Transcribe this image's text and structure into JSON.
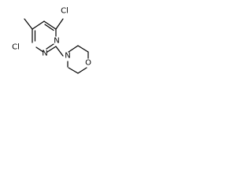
{
  "molecule": {
    "atoms": {
      "cl_top": "Cl",
      "cl_left": "Cl",
      "n_ring_right": "N",
      "n_ring_bottom": "N",
      "n_morpholine": "N",
      "o_morpholine": "O"
    }
  }
}
